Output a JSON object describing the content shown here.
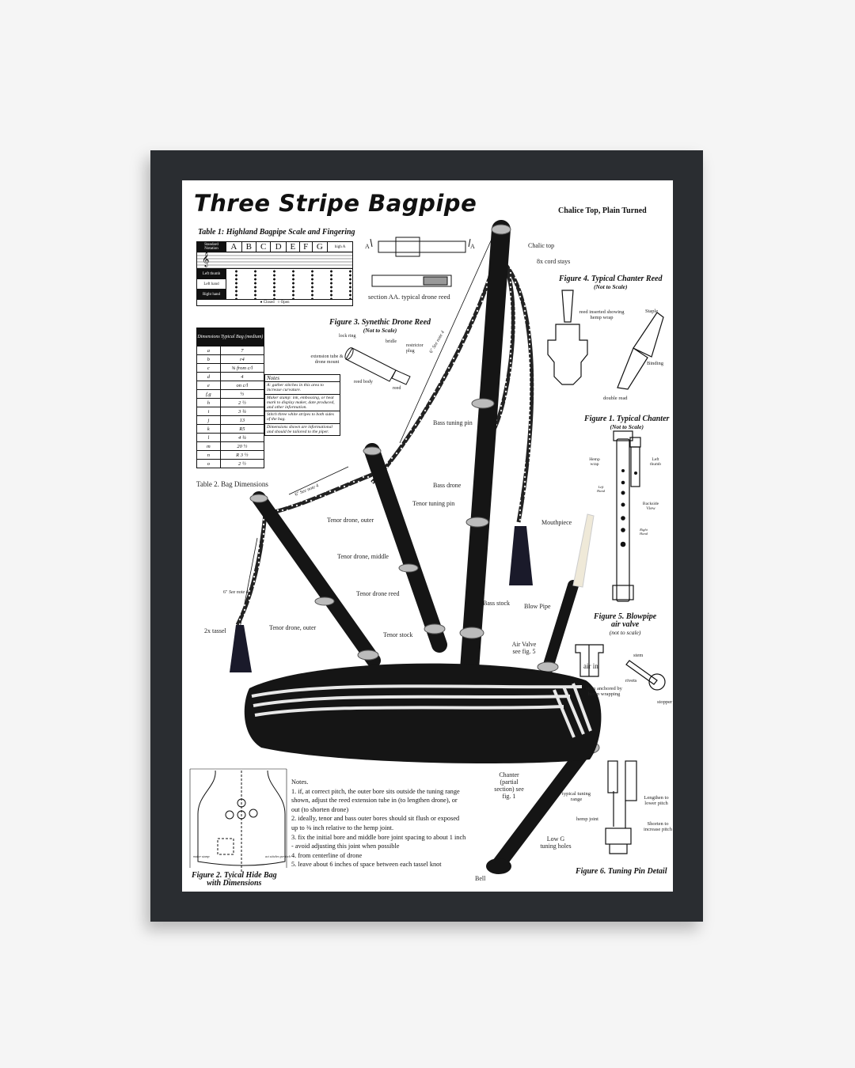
{
  "poster": {
    "title": "Three Stripe Bagpipe",
    "subtitle": "Chalice Top, Plain Turned"
  },
  "table1": {
    "title": "Table 1: Highland Bagpipe Scale and Fingering",
    "header_label": "Standard Notation",
    "notes": [
      "A",
      "B",
      "C",
      "D",
      "E",
      "F",
      "G",
      "high A"
    ],
    "rows": [
      "Left thumb",
      "Left hand",
      "Right hand"
    ],
    "legend": [
      "Closed",
      "Open"
    ]
  },
  "table2": {
    "caption": "Table 2. Bag Dimensions",
    "headers": [
      "Dimensions",
      "Typical Bag (medium)"
    ],
    "rows": [
      [
        "a",
        "7"
      ],
      [
        "b",
        "r4"
      ],
      [
        "c",
        "⅝ from c/l"
      ],
      [
        "d",
        "4"
      ],
      [
        "e",
        "on c/l"
      ],
      [
        "f,g",
        "½"
      ],
      [
        "h",
        "2 ½"
      ],
      [
        "i",
        "3 ¾"
      ],
      [
        "j",
        "13"
      ],
      [
        "k",
        "R5"
      ],
      [
        "l",
        "4 ¾"
      ],
      [
        "m",
        "20 ½"
      ],
      [
        "n",
        "R 3 ½"
      ],
      [
        "o",
        "2 ½"
      ]
    ]
  },
  "notes_box": {
    "header": "Notes",
    "items": [
      "A: gather stitches in this area to increase curvature.",
      "Maker stamp: ink, embossing, or heat mark to display maker, date produced, and other information.",
      "Stitch three white stripes to both sides of the bag.",
      "Dimensions shown are informational and should be tailored to the piper."
    ]
  },
  "figures": {
    "fig1": {
      "title": "Figure 1. Typical Chanter",
      "sub": "(Not to Scale)"
    },
    "fig2": {
      "title": "Figure 2. Tyical Hide Bag",
      "title2": "with Dimensions"
    },
    "fig3": {
      "title": "Figure 3. Synethic Drone Reed",
      "sub": "(Not to Scale)"
    },
    "fig4": {
      "title": "Figure 4. Typical Chanter Reed",
      "sub": "(Not to Scale)"
    },
    "fig5": {
      "title": "Figure 5. Blowpipe",
      "title2": "air valve",
      "sub": "(not to scale)"
    },
    "fig6": {
      "title": "Figure 6. Tuning Pin Detail"
    }
  },
  "labels": {
    "section_a": "A",
    "section_aa": "section AA. typical drone reed",
    "lock_ring": "lock ring",
    "bridle": "bridle",
    "restrictor_plug": "restrictor plug",
    "extension_tube": "extension tube & drone mount",
    "reed_body": "reed body",
    "reed": "reed",
    "chalic_top": "Chalic top",
    "cord_stays": "8x cord stays",
    "reed_inserted": "reed inserted showing hemp wrap",
    "staple": "Staple",
    "binding": "Binding",
    "double_read": "double read",
    "hemp_wrap": "Hemp wrap",
    "left_thumb": "Left thumb",
    "left_hand": "Left Hand",
    "backside_view": "Backside View",
    "right_hand": "Right Hand",
    "mouthpiece": "Mouthpiece",
    "bass_tuning_pin": "Bass tuning pin",
    "bass_drone": "Bass drone",
    "tenor_tuning_pin": "Tenor tuning pin",
    "tenor_drone_outer": "Tenor drone, outer",
    "tenor_drone_middle": "Tenor drone, middle",
    "tenor_drone_reed": "Tenor drone reed",
    "tenor_drone_outer_2": "Tenor drone, outer",
    "bass_stock": "Bass stock",
    "blow_pipe": "Blow Pipe",
    "tenor_stock": "Tenor stock",
    "air_valve": "Air Valve see fig. 5",
    "tassel": "2x tassel",
    "six_inch": "6\"",
    "see_note_4": "See note 4",
    "stem": "stem",
    "air_in": "air in",
    "rivets": "rivets",
    "stem_anchored": "stem anchored by hemp wrapping",
    "stopper": "stopper",
    "chanter": "Chanter (partial section) see fig. 1",
    "typical_tuning_range": "typical tuning range",
    "hemp_joint": "hemp joint",
    "lengthen": "Lengthen to lower pitch",
    "shorten": "Shorten to increase pitch",
    "low_g": "Low G tuning holes",
    "bell": "Bell",
    "maker_stamp": "maker stamp",
    "act_stitches": "act stitches per inch"
  },
  "bottom_notes": {
    "header": "Notes.",
    "items": [
      "1. if, at correct pitch, the outer bore sits outside the tuning range shown, adjust the reed extension tube in (to lengthen drone), or out (to shorten drone)",
      "2. ideally, tenor and bass outer bores should sit flush or exposed up to ⅜ inch relative to the hemp joint.",
      "3. fix the initial bore and middle bore joint spacing to about 1 inch - avoid adjusting this joint when possible",
      "4. from centerline of  drone",
      "5. leave about 6 inches of  space between each tassel knot"
    ]
  },
  "colors": {
    "frame": "#2a2d31",
    "mat": "#ffffff",
    "wall": "#f5f5f5",
    "pipe": "#151515",
    "ivory": "#efe9d8",
    "silver": "#b9b9b9"
  }
}
